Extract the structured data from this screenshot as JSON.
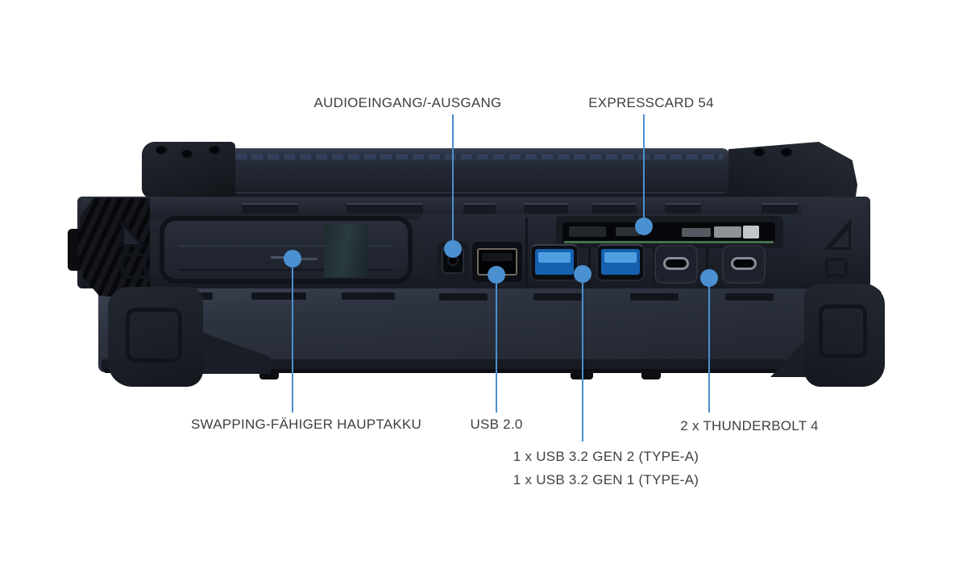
{
  "figure": {
    "type": "product-port-diagram",
    "subject": "rugged-notebook-side-view",
    "accent_color": "#4b90d0",
    "label_color": "#3f3f44",
    "background_color": "#ffffff",
    "callouts": {
      "audio": {
        "label": "AUDIOEINGANG/-AUSGANG"
      },
      "expresscard": {
        "label": "EXPRESSCARD 54"
      },
      "battery": {
        "label": "SWAPPING-FÄHIGER HAUPTAKKU"
      },
      "usb2": {
        "label": "USB 2.0"
      },
      "usb32gen2": {
        "label": "1 x USB 3.2 GEN 2 (TYPE-A)"
      },
      "usb32gen1": {
        "label": "1 x USB 3.2 GEN 1 (TYPE-A)"
      },
      "thunderbolt": {
        "label": "2 x THUNDERBOLT 4"
      }
    }
  }
}
